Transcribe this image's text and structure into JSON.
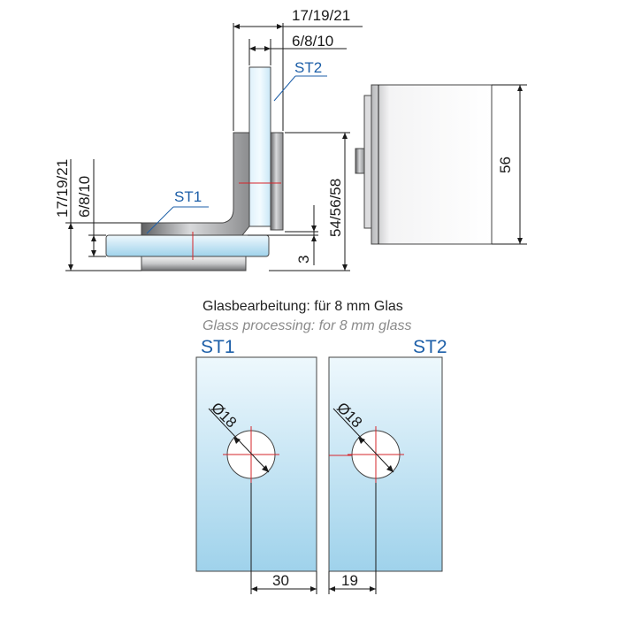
{
  "top_drawing": {
    "dim_top_outer": "17/19/21",
    "dim_top_inner": "6/8/10",
    "label_st2": "ST2",
    "label_st1": "ST1",
    "dim_left_outer": "17/19/21",
    "dim_left_inner": "6/8/10",
    "dim_height": "54/56/58",
    "dim_gap": "3",
    "dim_side": "56"
  },
  "captions": {
    "title_de": "Glasbearbeitung: für 8 mm Glas",
    "title_en": "Glass processing: for 8 mm glass"
  },
  "bottom_drawing": {
    "panel_left_label": "ST1",
    "panel_right_label": "ST2",
    "hole_left": "Ø18",
    "hole_right": "Ø18",
    "dim_left": "30",
    "dim_right": "19"
  },
  "colors": {
    "glass_top": "#e9f6fd",
    "glass_bottom": "#9fd3ec",
    "metal_dark": "#6d6e70",
    "metal_light": "#d9dadc",
    "accent_blue": "#1d5fa8",
    "center_red": "#d6242a"
  }
}
